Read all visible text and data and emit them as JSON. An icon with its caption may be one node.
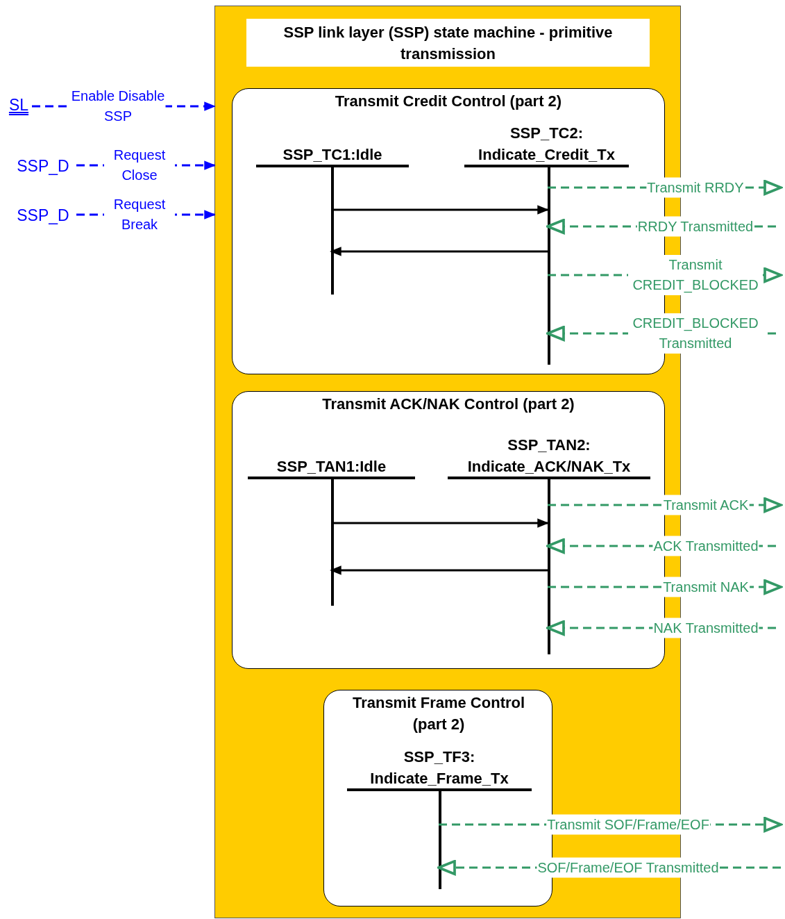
{
  "diagram": {
    "nodes": [
      {
        "text": [
          "SSP link layer (SSP) state machine - primitive transmission"
        ]
      },
      {
        "text": [
          "Transmit Credit Control (part 2)"
        ],
        "in": 0
      },
      {
        "text": [
          "SSP_TC1:Idle"
        ],
        "in": 1
      },
      {
        "text": [
          "SSP_TC2: Indicate_Credit_Tx"
        ],
        "in": 1
      },
      {
        "text": [
          "Transmit ACK/NAK Control (part 2)"
        ],
        "in": 0
      },
      {
        "text": [
          "SSP_TAN1:Idle"
        ],
        "in": 4
      },
      {
        "text": [
          "SSP_TAN2: Indicate_ACK/NAK_Tx"
        ],
        "in": 4
      },
      {
        "text": [
          "Transmit Frame Control (part 2)"
        ],
        "in": 0
      },
      {
        "text": [
          "SSP_TF3: Indicate_Frame_Tx"
        ],
        "in": 7
      },
      {
        "text": [
          "SL"
        ]
      },
      {
        "text": [
          "SSP_D"
        ]
      },
      {
        "text": [
          "SSP_D"
        ]
      }
    ],
    "edges": [
      {
        "from": 9,
        "to": 0,
        "arrow": "to",
        "label": "Enable Disable SSP",
        "style": "dashed",
        "color": "#0000ff"
      },
      {
        "from": 10,
        "to": 0,
        "arrow": "to",
        "label": "Request Close",
        "style": "dashed",
        "color": "#0000ff"
      },
      {
        "from": 11,
        "to": 0,
        "arrow": "to",
        "label": "Request Break",
        "style": "dashed",
        "color": "#0000ff"
      },
      {
        "from": 2,
        "to": 3,
        "arrow": "to",
        "color": "#000000"
      },
      {
        "from": 3,
        "to": 2,
        "arrow": "to",
        "color": "#000000"
      },
      {
        "from": 3,
        "to": null,
        "arrow": "to",
        "label": "Transmit RRDY",
        "style": "dashed"
      },
      {
        "from": null,
        "to": 3,
        "arrow": "to",
        "label": "RRDY Transmitted",
        "style": "dashed"
      },
      {
        "from": 3,
        "to": null,
        "arrow": "to",
        "label": "Transmit CREDIT_BLOCKED",
        "style": "dashed"
      },
      {
        "from": null,
        "to": 3,
        "arrow": "to",
        "label": "CREDIT_BLOCKED Transmitted",
        "style": "dashed"
      },
      {
        "from": 5,
        "to": 6,
        "arrow": "to",
        "color": "#000000"
      },
      {
        "from": 6,
        "to": 5,
        "arrow": "to",
        "color": "#000000"
      },
      {
        "from": 6,
        "to": null,
        "arrow": "to",
        "label": "Transmit ACK",
        "style": "dashed"
      },
      {
        "from": null,
        "to": 6,
        "arrow": "to",
        "label": "ACK Transmitted",
        "style": "dashed"
      },
      {
        "from": 6,
        "to": null,
        "arrow": "to",
        "label": "Transmit NAK",
        "style": "dashed"
      },
      {
        "from": null,
        "to": 6,
        "arrow": "to",
        "label": "NAK Transmitted",
        "style": "dashed"
      },
      {
        "from": 8,
        "to": null,
        "arrow": "to",
        "label": "Transmit SOF/Frame/EOF",
        "style": "dashed"
      },
      {
        "from": null,
        "to": 8,
        "arrow": "to",
        "label": "SOF/Frame/EOF Transmitted",
        "style": "dashed"
      }
    ]
  }
}
